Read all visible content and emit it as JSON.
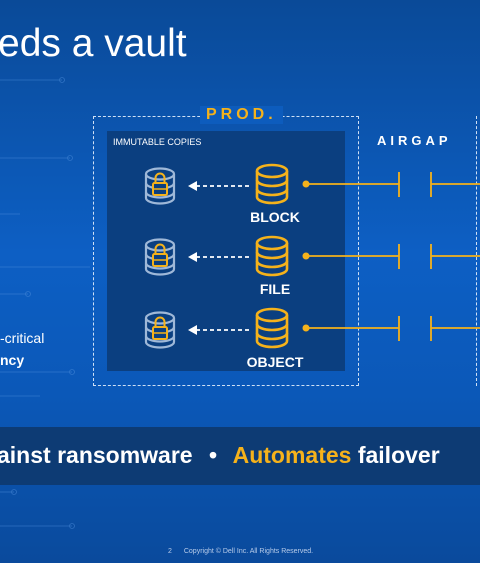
{
  "slide": {
    "title": "eds a vault",
    "prod_label": "PROD.",
    "immutable_label": "IMMUTABLE COPIES",
    "airgap_label": "AIRGAP",
    "rows": [
      {
        "label": "BLOCK"
      },
      {
        "label": "FILE"
      },
      {
        "label": "OBJECT"
      }
    ],
    "side_text_1": "-critical",
    "side_text_2": "ncy",
    "banner": {
      "part1": "ainst ransomware",
      "bullet": "•",
      "highlight": "Automates",
      "part2": "failover"
    },
    "footer": {
      "page": "2",
      "copyright": "Copyright © Dell Inc. All Rights Reserved."
    }
  },
  "colors": {
    "accent": "#f5b21b",
    "background": "#0d5fc4",
    "inner_box": "#0b3f80",
    "banner": "#0d3b74",
    "lock_cylinder": "#9fb8d8"
  },
  "icons": {
    "source": "database-cylinder-icon",
    "copy": "locked-database-icon"
  }
}
